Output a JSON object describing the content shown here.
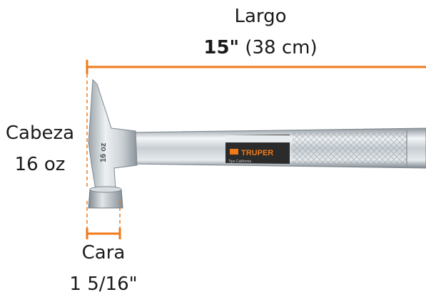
{
  "dimensions": {
    "length": {
      "label": "Largo",
      "value": "15\"",
      "metric": "(38 cm)"
    },
    "head": {
      "label": "Cabeza",
      "value": "16 oz"
    },
    "face": {
      "label": "Cara",
      "value": "1 5/16\""
    }
  },
  "product": {
    "brand": "TRUPER",
    "head_stamp": "16 oz",
    "handle_text": "Tipo California"
  },
  "colors": {
    "dimension_line": "#f07a1a",
    "text": "#1a1a1a",
    "steel_light": "#e8ecef",
    "steel_dark": "#8e979e",
    "label_band": "#2b2b2b",
    "brand_orange": "#f07a1a"
  }
}
